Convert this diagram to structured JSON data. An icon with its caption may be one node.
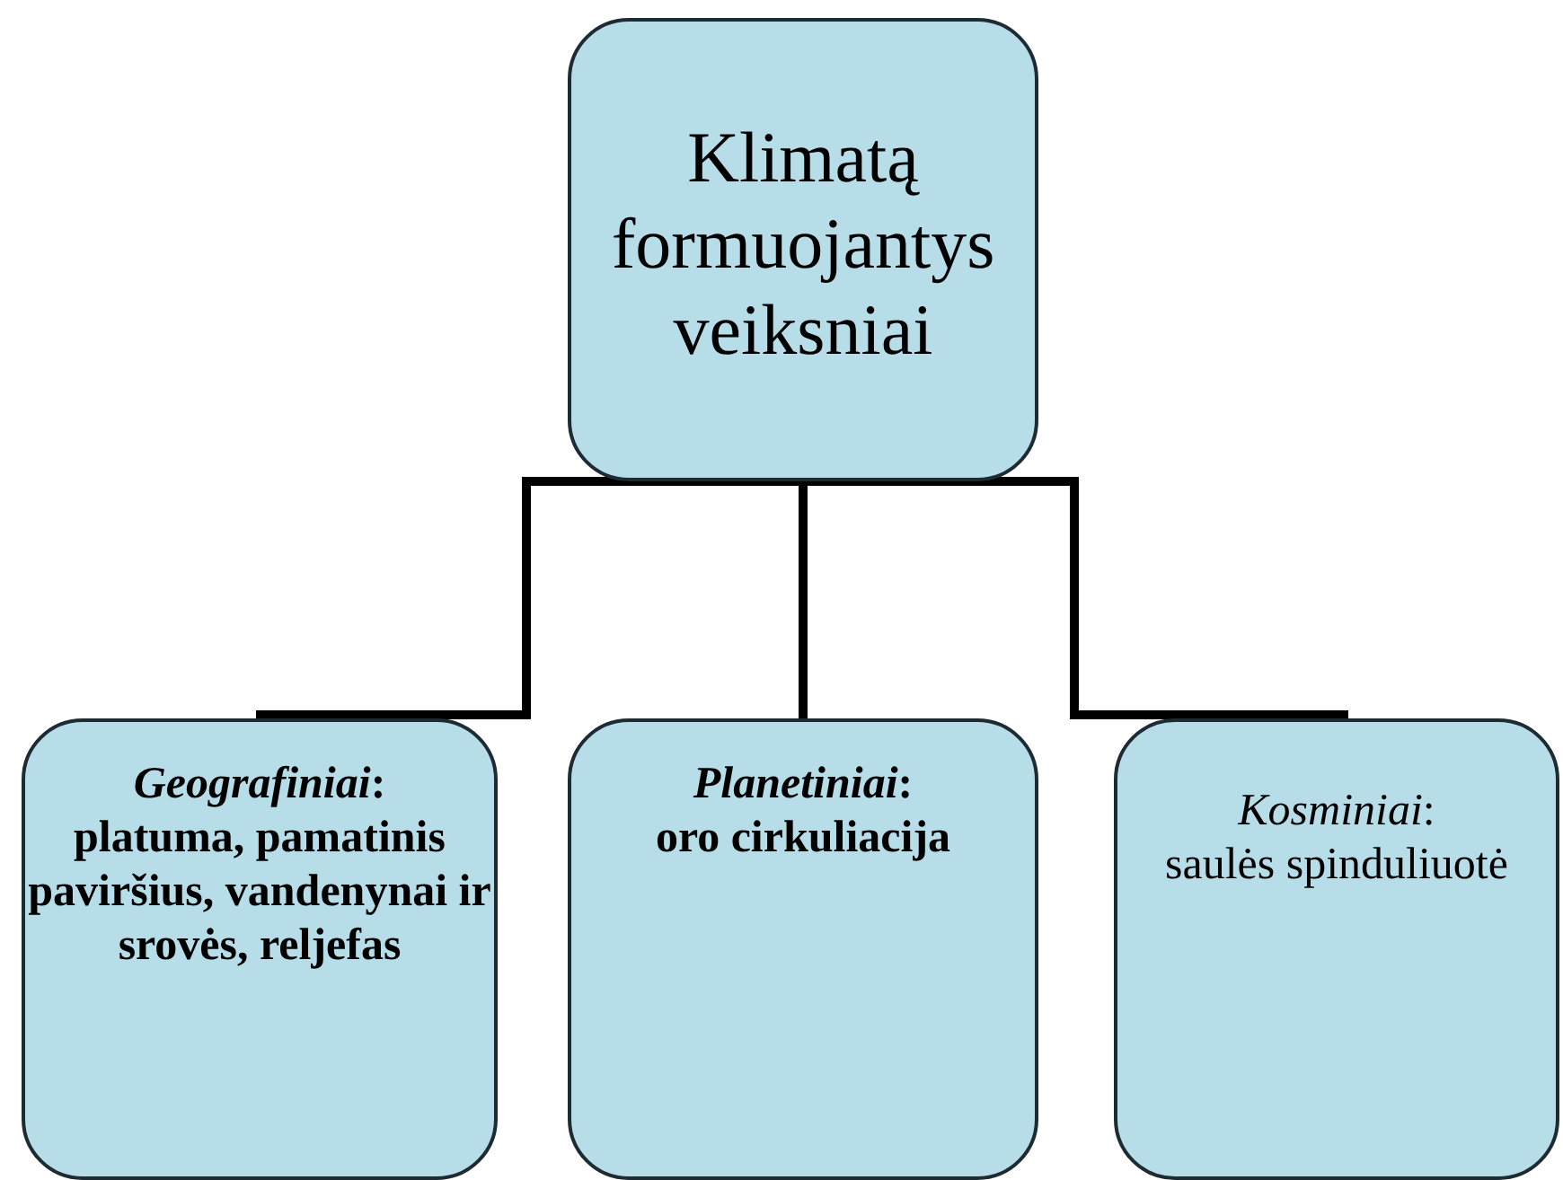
{
  "diagram": {
    "nodes": [
      {
        "text": [
          "Klimatą formuojantys veiksniai"
        ]
      },
      {
        "text": [
          "*Geografiniai*:",
          "platuma, pamatinis paviršius, vandenynai ir srovės, reljefas"
        ]
      },
      {
        "text": [
          "*Planetiniai*:",
          "oro cirkuliacija"
        ]
      },
      {
        "text": [
          "*Kosminiai*:",
          "saulės spinduliuotė"
        ]
      }
    ],
    "edges": [
      {
        "from": 0,
        "to": 1,
        "arrow": "none"
      },
      {
        "from": 0,
        "to": 2,
        "arrow": "none"
      },
      {
        "from": 0,
        "to": 3,
        "arrow": "none"
      }
    ]
  }
}
